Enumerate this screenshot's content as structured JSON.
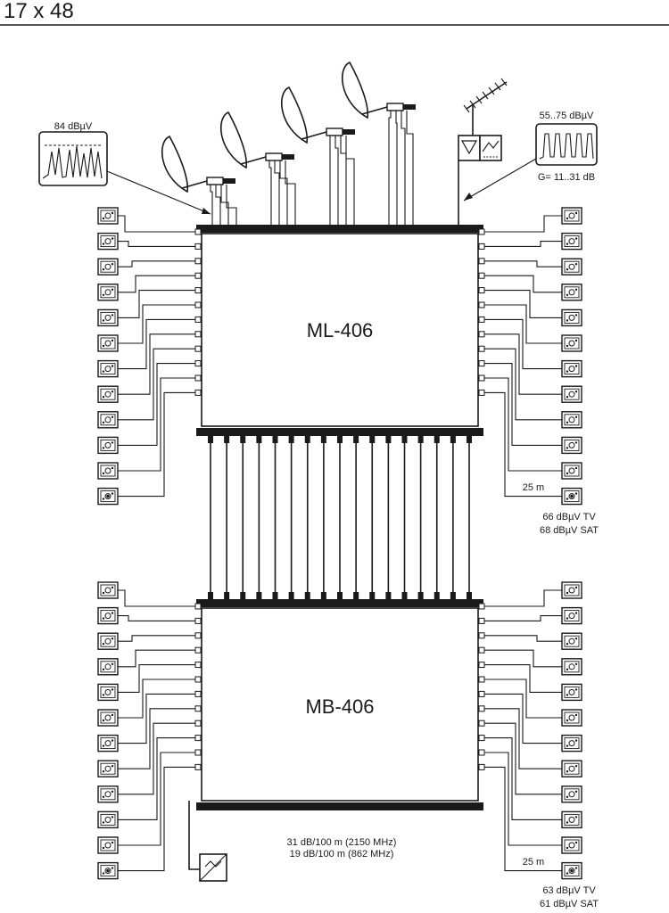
{
  "title": "17 x 48",
  "devices": {
    "top": "ML-406",
    "bottom": "MB-406"
  },
  "sat_signal": {
    "level": "84 dBµV"
  },
  "terrestrial_signal": {
    "level": "55..75 dBµV",
    "gain": "G= 11..31 dB"
  },
  "top_outlet": {
    "cable": "25 m",
    "tv": "66 dBµV TV",
    "sat": "68 dBµV SAT"
  },
  "bottom_outlet": {
    "cable": "25 m",
    "tv": "63 dBµV TV",
    "sat": "61 dBµV SAT"
  },
  "cable_loss": {
    "line1": "31 dB/100 m (2150 MHz)",
    "line2": "19 dB/100 m (862 MHz)"
  },
  "counts": {
    "dishes": 4,
    "trunk_lines": 17,
    "outlets_per_side_per_unit": 12,
    "total_outlets": 48
  },
  "icons": [
    "dish-icon",
    "lnb-icon",
    "yagi-antenna-icon",
    "amplifier-icon",
    "filter-icon",
    "outlet-icon",
    "terminator-icon"
  ]
}
